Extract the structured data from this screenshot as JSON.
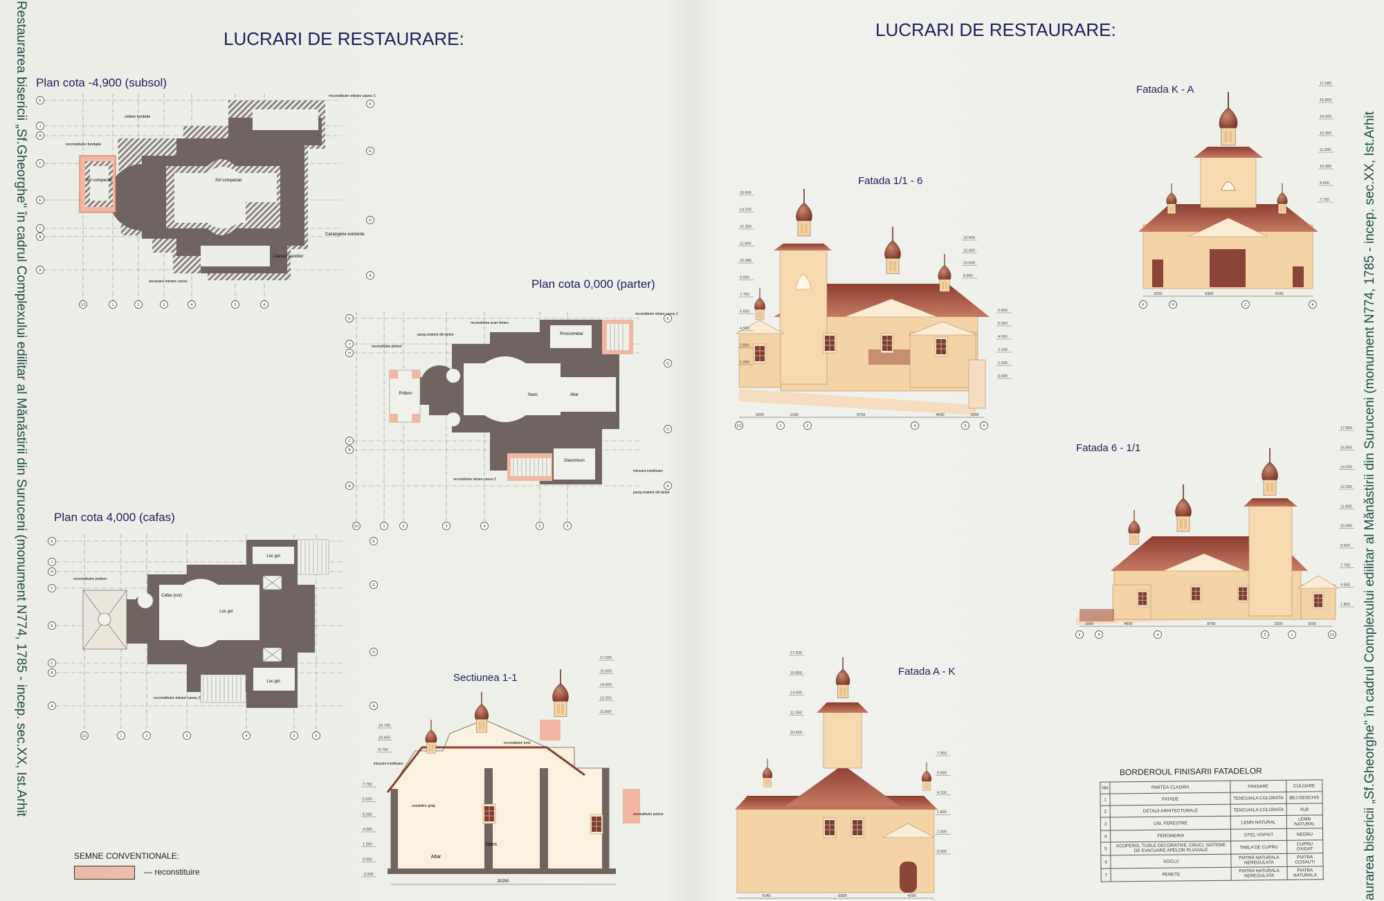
{
  "side_text": {
    "left": "Restaurarea bisericii „Sf.Gheorghe\" în cadrul Complexului edilitar al Mănăstirii din Suruceni (monument N774, 1785 - incep. sec.XX, Ist.Arhit",
    "right": "aurarea bisericii „Sf.Gheorghe\" în cadrul Complexului edilitar al Mănăstirii din Suruceni (monument N774, 1785 - incep. sec.XX, Ist.Arhit"
  },
  "titles": {
    "left": "LUCRARI DE RESTAURARE:",
    "right": "LUCRARI DE RESTAURARE:"
  },
  "plans": {
    "subsol": {
      "title": "Plan cota -4,900 (subsol)",
      "labels": [
        "Sol compactat",
        "Sol compactat",
        "zidarie fundatie",
        "reconstituire fundatie",
        "reconstituire intrare cavou 1",
        "Cavoul staretilor",
        "Cazangerie existenta",
        "escavare intrare cavou"
      ],
      "rows": [
        "K",
        "J",
        "H",
        "F",
        "E",
        "C",
        "B",
        "A"
      ],
      "rows_right": [
        "K",
        "G",
        "D",
        "A"
      ],
      "cols": [
        "1/1",
        "1",
        "2",
        "3",
        "4",
        "5",
        "6"
      ]
    },
    "parter": {
      "title": "Plan cota  0,000 (parter)",
      "labels": [
        "Pridvor",
        "Naos",
        "Altar",
        "Proscomidar",
        "Diaconicon",
        "reconstituire pridvor",
        "pavaj existent din beton",
        "reconstituire scari intrare",
        "reconstituire intrare cavou 1",
        "reconstituire intrare cavou 2",
        "inlocuire invelitoare",
        "pavaj existent din beton"
      ],
      "rows": [
        "K",
        "J",
        "H",
        "C",
        "B",
        "A"
      ],
      "rows_right": [
        "K",
        "G",
        "D",
        "A"
      ],
      "cols": [
        "1/1",
        "1",
        "2",
        "3",
        "4",
        "5",
        "6"
      ]
    },
    "cafas": {
      "title": "Plan cota 4,000 (cafas)",
      "labels": [
        "Cafas (cor)",
        "Loc gol",
        "Loc gol",
        "Loc gol",
        "reconstituire pridvor",
        "reconstituire intrare cavou 2"
      ],
      "rows": [
        "K",
        "J",
        "H",
        "F",
        "E",
        "C",
        "B",
        "A"
      ],
      "rows_right": [
        "K",
        "G",
        "D",
        "A"
      ],
      "cols": [
        "1/1",
        "1",
        "2",
        "3",
        "4",
        "5",
        "6"
      ]
    }
  },
  "section": {
    "title": "Sectiunea 1-1",
    "labels": [
      "Altar",
      "Naos",
      "restabilire grilaj",
      "inlocuire invelitoare",
      "reconstituire turla",
      "reconstituire pridvor"
    ],
    "levels": [
      "17.600",
      "15.650",
      "14.500",
      "12.350",
      "11.600",
      "10.700",
      "10.450",
      "8.720",
      "7.750",
      "5.650",
      "5.050",
      "4.000",
      "1.950",
      "0.000",
      "-2.200"
    ],
    "dimension": "20250"
  },
  "facades": {
    "f16": {
      "title": "Fatada 1/1 - 6",
      "levels_left": [
        "15.800",
        "14.000",
        "12.350",
        "11.600",
        "10.980",
        "9.600",
        "7.750",
        "5.650",
        "4.550",
        "2.800",
        "1.000"
      ],
      "levels_right": [
        "12.400",
        "10.450",
        "10.600",
        "8.650",
        "5.650",
        "5.050",
        "4.000",
        "2.100",
        "1.000",
        "0.000"
      ],
      "dims": [
        "3200",
        "2200",
        "8765",
        "4600",
        "1500"
      ],
      "axes": [
        "1/1",
        "1",
        "2",
        "4",
        "5",
        "6"
      ]
    },
    "fka": {
      "title": "Fatada K - A",
      "levels": [
        "17.580",
        "15.800",
        "14.000",
        "12.350",
        "11.600",
        "10.980",
        "9.600",
        "7.750"
      ],
      "dims": [
        "3250",
        "6300",
        "4100"
      ],
      "axes": [
        "K",
        "H",
        "C",
        "A"
      ]
    },
    "f61": {
      "title": "Fatada 6 - 1/1",
      "levels": [
        "17.800",
        "15.800",
        "14.000",
        "12.350",
        "11.600",
        "10.980",
        "9.600",
        "7.750",
        "4.550",
        "1.800"
      ],
      "dims": [
        "1500",
        "4600",
        "8765",
        "2200",
        "3200"
      ],
      "axes": [
        "6",
        "5",
        "4",
        "2",
        "1",
        "1/1"
      ]
    },
    "fak": {
      "title": "Fatada A - K",
      "levels": [
        "17.600",
        "15.800",
        "14.000",
        "12.350",
        "10.450",
        "7.350",
        "5.650",
        "4.100",
        "1.800",
        "1.000",
        "0.000"
      ],
      "dims": [
        "5145",
        "6300",
        "4200"
      ]
    }
  },
  "table": {
    "title": "BORDEROUL FINISARII FATADELOR",
    "headers": [
      "NN",
      "PARTEA CLADIRII",
      "FINISARE",
      "CULOARE"
    ],
    "rows": [
      [
        "1",
        "FATADE",
        "TENCUIALA COLORATA",
        "BEJ-DESCHIS"
      ],
      [
        "2",
        "DETALII ARHITECTURALE",
        "TENCUIALA COLORATA",
        "ALB"
      ],
      [
        "3",
        "USI, FERESTRE",
        "LEMN NATURAL",
        "LEMN NATURAL"
      ],
      [
        "4",
        "FEROMERIA",
        "OTEL VOPSIT",
        "NEGRU"
      ],
      [
        "5",
        "ACOPERIS, TURLE DECORATIVE, CRUCI, SISTEME DE EVACUARE APELOR PLUVIALE",
        "TABLA DE CUPRU",
        "CUPRU OXIDAT"
      ],
      [
        "6",
        "SOCLU",
        "PIATRA NATURALA NEREGULATA",
        "PIATRA COSAUTI"
      ],
      [
        "7",
        "PERETE",
        "PIATRA NATURALA NEREGULATA",
        "PIATRA NATURALA"
      ]
    ]
  },
  "legend": {
    "title": "SEMNE CONVENTIONALE:",
    "item": "— reconstituire"
  },
  "colors": {
    "wall": "#6f6460",
    "reconstruction": "#f2b7a3",
    "facade": "#f4d3a6",
    "roof": "#a5503e",
    "title": "#1d1d5c"
  }
}
